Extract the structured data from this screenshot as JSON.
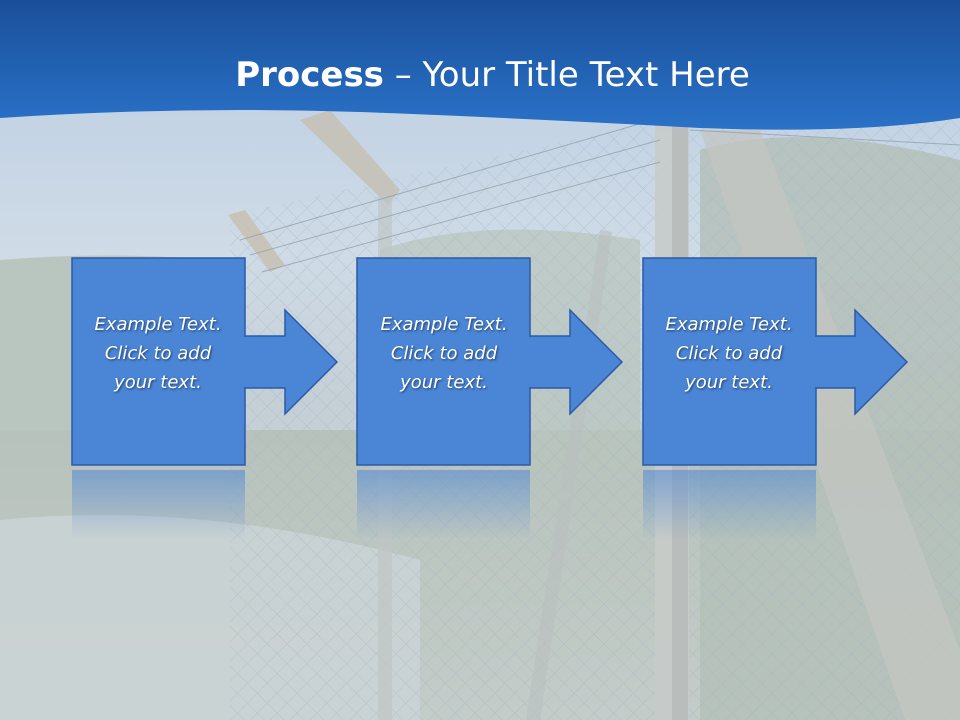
{
  "slide": {
    "title_bold": "Process",
    "title_rest": " – Your Title Text Here",
    "steps": [
      {
        "line1": "Example Text.",
        "line2": "Click  to add",
        "line3": "your text."
      },
      {
        "line1": "Example Text.",
        "line2": "Click  to add",
        "line3": "your text."
      },
      {
        "line1": "Example Text.",
        "line2": "Click  to add",
        "line3": "your text."
      }
    ]
  },
  "colors": {
    "header_blue": "#1c5fb3",
    "box_blue": "#4a85d6",
    "box_border": "#2b5aa8"
  }
}
